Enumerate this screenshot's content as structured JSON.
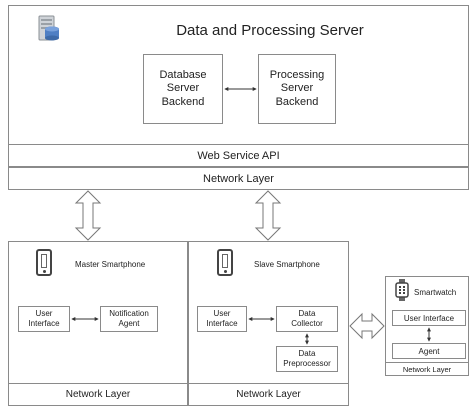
{
  "server": {
    "title": "Data and Processing Server",
    "db_backend": "Database\nServer\nBackend",
    "proc_backend": "Processing\nServer\nBackend",
    "web_api": "Web Service API",
    "network": "Network Layer",
    "icon": "server-database-icon"
  },
  "master": {
    "title": "Master Smartphone",
    "user_interface": "User\nInterface",
    "notification_agent": "Notification\nAgent",
    "network": "Network Layer",
    "icon": "smartphone-icon"
  },
  "slave": {
    "title": "Slave Smartphone",
    "user_interface": "User\nInterface",
    "data_collector": "Data\nCollector",
    "data_preprocessor": "Data\nPreprocessor",
    "network": "Network Layer",
    "icon": "smartphone-icon"
  },
  "watch": {
    "title": "Smartwatch",
    "user_interface": "User Interface",
    "agent": "Agent",
    "network": "Network Layer",
    "icon": "smartwatch-icon"
  },
  "colors": {
    "border": "#8a8a8a",
    "server_icon": "#4f7fc4"
  }
}
